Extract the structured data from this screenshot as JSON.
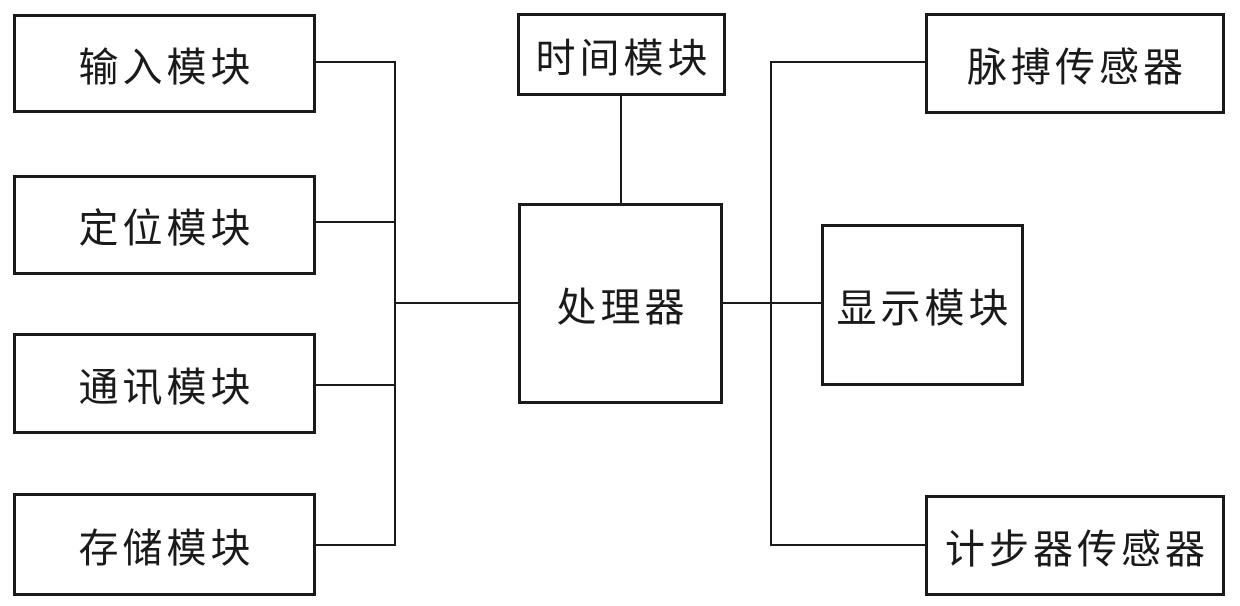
{
  "diagram": {
    "figure_type": "block-diagram",
    "colors": {
      "line": "#1a1a1a",
      "background": "#ffffff",
      "text": "#1a1a1a"
    },
    "nodes": [
      {
        "id": "input-module",
        "label": "输入模块"
      },
      {
        "id": "positioning-module",
        "label": "定位模块"
      },
      {
        "id": "communication-module",
        "label": "通讯模块"
      },
      {
        "id": "storage-module",
        "label": "存储模块"
      },
      {
        "id": "time-module",
        "label": "时间模块"
      },
      {
        "id": "processor",
        "label": "处理器"
      },
      {
        "id": "pulse-sensor",
        "label": "脉搏传感器"
      },
      {
        "id": "display-module",
        "label": "显示模块"
      },
      {
        "id": "pedometer-sensor",
        "label": "计步器传感器"
      }
    ],
    "edges": [
      {
        "from": "input-module",
        "to": "processor"
      },
      {
        "from": "positioning-module",
        "to": "processor"
      },
      {
        "from": "communication-module",
        "to": "processor"
      },
      {
        "from": "storage-module",
        "to": "processor"
      },
      {
        "from": "time-module",
        "to": "processor"
      },
      {
        "from": "processor",
        "to": "pulse-sensor"
      },
      {
        "from": "processor",
        "to": "display-module"
      },
      {
        "from": "processor",
        "to": "pedometer-sensor"
      }
    ]
  }
}
